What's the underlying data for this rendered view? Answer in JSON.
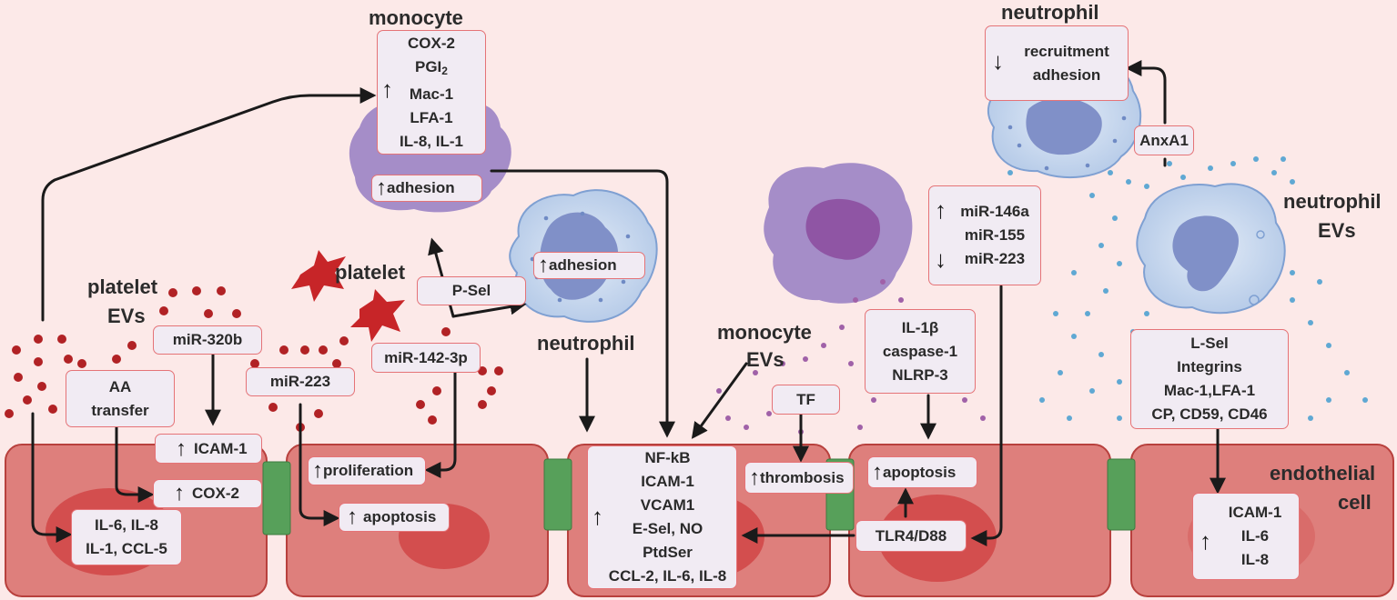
{
  "cell_labels": {
    "monocyte": "monocyte",
    "neutrophil_top": "neutrophil",
    "neutrophil_mid": "neutrophil",
    "platelet": "platelet",
    "platelet_evs_1": "platelet",
    "platelet_evs_2": "EVs",
    "monocyte_evs_1": "monocyte",
    "monocyte_evs_2": "EVs",
    "neutrophil_evs_1": "neutrophil",
    "neutrophil_evs_2": "EVs",
    "endothelial_1": "endothelial",
    "endothelial_2": "cell"
  },
  "boxes": {
    "monocyte_markers": {
      "lines": [
        "COX-2",
        "PGI",
        "Mac-1",
        "LFA-1",
        "IL-8, IL-1"
      ],
      "pgi_subscript": "2",
      "arrow": "↑"
    },
    "monocyte_adhesion": {
      "text": "adhesion",
      "arrow": "↑"
    },
    "neutrophil_adhesion": {
      "text": "adhesion",
      "arrow": "↑"
    },
    "p_sel": {
      "text": "P-Sel"
    },
    "neutrophil_recruitment": {
      "lines": [
        "recruitment",
        "adhesion"
      ],
      "arrow": "↓"
    },
    "anxa1": {
      "text": "AnxA1"
    },
    "mirnas": {
      "lines": [
        "miR-146a",
        "miR-155",
        "miR-223"
      ],
      "arrow_up": "↑",
      "arrow_down": "↓"
    },
    "il1b": {
      "lines": [
        "IL-1β",
        "caspase-1",
        "NLRP-3"
      ]
    },
    "l_sel": {
      "lines": [
        "L-Sel",
        "Integrins",
        "Mac-1,LFA-1",
        "CP, CD59, CD46"
      ]
    },
    "mir320b": {
      "text": "miR-320b"
    },
    "aa_transfer": {
      "lines": [
        "AA",
        "transfer"
      ]
    },
    "mir223": {
      "text": "miR-223"
    },
    "mir142": {
      "text": "miR-142-3p"
    },
    "icam1": {
      "text": "ICAM-1",
      "arrow": "↑"
    },
    "cox2": {
      "text": "COX-2",
      "arrow": "↑"
    },
    "il6": {
      "lines": [
        "IL-6, IL-8",
        "IL-1, CCL-5"
      ]
    },
    "proliferation": {
      "text": "proliferation",
      "arrow": "↑"
    },
    "apoptosis_2": {
      "text": "apoptosis",
      "arrow": "↑"
    },
    "nfkb": {
      "lines": [
        "NF-kB",
        "ICAM-1",
        "VCAM1",
        "E-Sel, NO",
        "PtdSer",
        "CCL-2, IL-6, IL-8"
      ],
      "arrow": "↑"
    },
    "tf": {
      "text": "TF"
    },
    "thrombosis": {
      "text": "thrombosis",
      "arrow": "↑"
    },
    "apoptosis_4": {
      "text": "apoptosis",
      "arrow": "↑"
    },
    "tlr4": {
      "text": "TLR4/D88"
    },
    "endo5": {
      "lines": [
        "ICAM-1",
        "IL-6",
        "IL-8"
      ],
      "arrow": "↑"
    }
  },
  "colors": {
    "background": "#fce9e8",
    "endothelial_fill": "#de7f7c",
    "endothelial_border": "#b8403d",
    "nucleus": "#d34e4e",
    "junction": "#57a05a",
    "box_border": "#e57377",
    "box_fill": "#f1ebf3",
    "monocyte": "#a58dc8",
    "neutrophil": "#c8d7ee",
    "platelet": "#c72528",
    "platelet_ev": "#b12225",
    "monocyte_ev": "#a061a8",
    "neutrophil_ev": "#5fa8d3",
    "arrow": "#1a1a1a"
  }
}
